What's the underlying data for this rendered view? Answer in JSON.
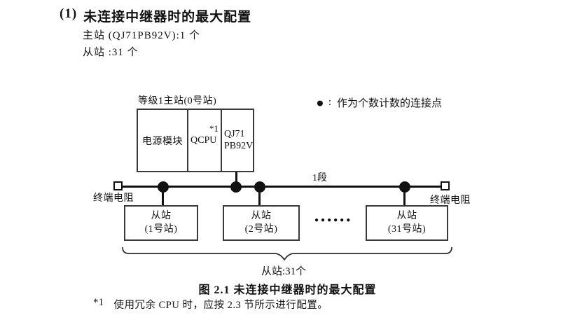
{
  "header": {
    "number": "(1)",
    "title": "未连接中继器时的最大配置",
    "master_line": "主站 (QJ71PB92V):1 个",
    "slave_line": "从站 :31 个"
  },
  "legend": {
    "bullet": "●",
    "colon": ":",
    "text": "作为个数计数的连接点"
  },
  "diagram": {
    "master": {
      "label": "等级1主站(0号站)",
      "power_cell": "电源模块",
      "cpu_cell": "QCPU",
      "cpu_note": "*1",
      "module_line1": "QJ71",
      "module_line2": "PB92V"
    },
    "segment_label": "1段",
    "terminator_left_label": "终端电阻",
    "terminator_right_label": "终端电阻",
    "slaves": [
      {
        "name": "从站",
        "station": "(1号站)"
      },
      {
        "name": "从站",
        "station": "(2号站)"
      },
      {
        "name": "从站",
        "station": "(31号站)"
      }
    ],
    "ellipsis": "●●●●●●",
    "brace_label": "从站:31个"
  },
  "caption": "图 2.1 未连接中继器时的最大配置",
  "footnote": {
    "marker": "*1",
    "text": "使用冗余 CPU 时，应按 2.3 节所示进行配置。"
  }
}
